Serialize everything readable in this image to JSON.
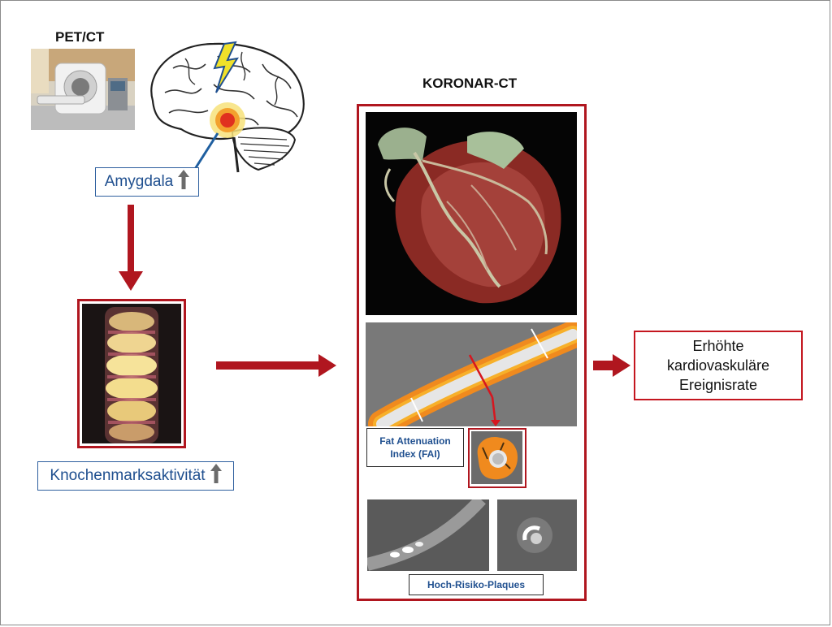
{
  "petct": {
    "title": "PET/CT"
  },
  "amygdala": {
    "label": "Amygdala"
  },
  "marrow": {
    "label": "Knochenmarksaktivität"
  },
  "coronary": {
    "title": "KORONAR-CT"
  },
  "fai": {
    "label_line1": "Fat Attenuation",
    "label_line2": "Index (FAI)"
  },
  "plaques": {
    "label": "Hoch-Risiko-Plaques"
  },
  "outcome": {
    "line1": "Erhöhte",
    "line2": "kardiovaskuläre",
    "line3": "Ereignisrate"
  },
  "colors": {
    "accent_red": "#b0161f",
    "label_blue": "#1f4f8f",
    "arrow_gray": "#6b6b6b"
  }
}
